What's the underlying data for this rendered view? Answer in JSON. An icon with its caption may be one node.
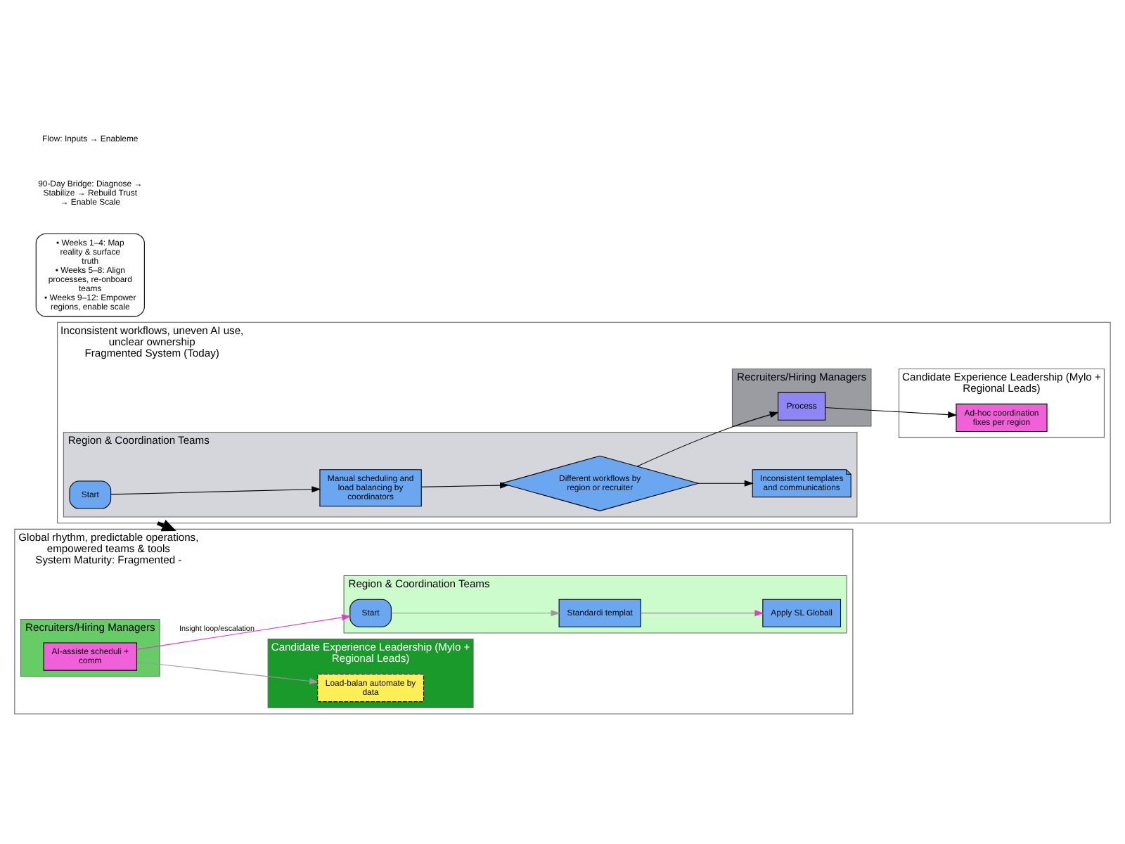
{
  "diagram": {
    "nodes": [
      {
        "text": [
          "Inconsistent workflows, uneven AI use, unclear ownership",
          "Fragmented System (Today)"
        ]
      },
      {
        "text": [
          "Region & Coordination Teams"
        ],
        "in": 0
      },
      {
        "text": [
          "Recruiters/Hiring Managers"
        ],
        "in": 0
      },
      {
        "text": [
          "Candidate Experience Leadership (Mylo + Regional Leads)"
        ],
        "in": 0
      },
      {
        "text": [
          "Start"
        ],
        "in": 1
      },
      {
        "text": [
          "Manual scheduling and load balancing by coordinators"
        ],
        "in": 1
      },
      {
        "text": [
          "Different workflows by region or recruiter"
        ],
        "in": 1
      },
      {
        "text": [
          "Inconsistent templates and communications"
        ],
        "in": 1
      },
      {
        "text": [
          "Process"
        ],
        "in": 2
      },
      {
        "text": [
          "Ad-hoc coordination fixes per region"
        ],
        "in": 3
      },
      {
        "text": [
          "• Weeks 1–4: Map reality & surface truth",
          "• Weeks 5–8: Align processes, re-onboard teams",
          "• Weeks 9–12: Empower regions, enable scale"
        ]
      },
      {
        "text": [
          "Global rhythm, predictable operations, empowered teams & tools",
          "System Maturity: Fragmented -"
        ]
      },
      {
        "text": [
          "Region & Coordination Teams"
        ],
        "in": 11
      },
      {
        "text": [
          "Recruiters/Hiring Managers"
        ],
        "in": 11
      },
      {
        "text": [
          "Candidate Experience Leadership (Mylo + Regional Leads)"
        ],
        "in": 11
      },
      {
        "text": [
          "Start"
        ],
        "in": 12
      },
      {
        "text": [
          "Standardi templat"
        ],
        "in": 12
      },
      {
        "text": [
          "Apply SL Globall"
        ],
        "in": 12
      },
      {
        "text": [
          "AI-assiste scheduli + comm"
        ],
        "in": 13
      },
      {
        "text": [
          "Load-balan automate by data"
        ],
        "in": 14
      }
    ],
    "edges": [
      {
        "from": 4,
        "to": 5,
        "arrow": "to"
      },
      {
        "from": 5,
        "to": 6,
        "arrow": "to"
      },
      {
        "from": 6,
        "to": 7,
        "arrow": "to"
      },
      {
        "from": 6,
        "to": 8,
        "arrow": "to"
      },
      {
        "from": 8,
        "to": 9,
        "arrow": "to"
      },
      {
        "from": 0,
        "to": 11,
        "arrow": "to",
        "style": "thick"
      },
      {
        "from": 15,
        "to": 16,
        "arrow": "to",
        "color": "#999999"
      },
      {
        "from": 16,
        "to": 17,
        "arrow": "to",
        "color": "#e040c0"
      },
      {
        "from": 18,
        "to": 15,
        "arrow": "to",
        "label": "Insight loop/escalation",
        "color": "#e040c0"
      },
      {
        "from": 18,
        "to": 19,
        "arrow": "to",
        "color": "#999999"
      }
    ],
    "labels": [
      "90-Day Bridge: Diagnose → Stabilize → Rebuild Trust → Enable Scale",
      "Flow: Inputs → Enableme"
    ]
  }
}
